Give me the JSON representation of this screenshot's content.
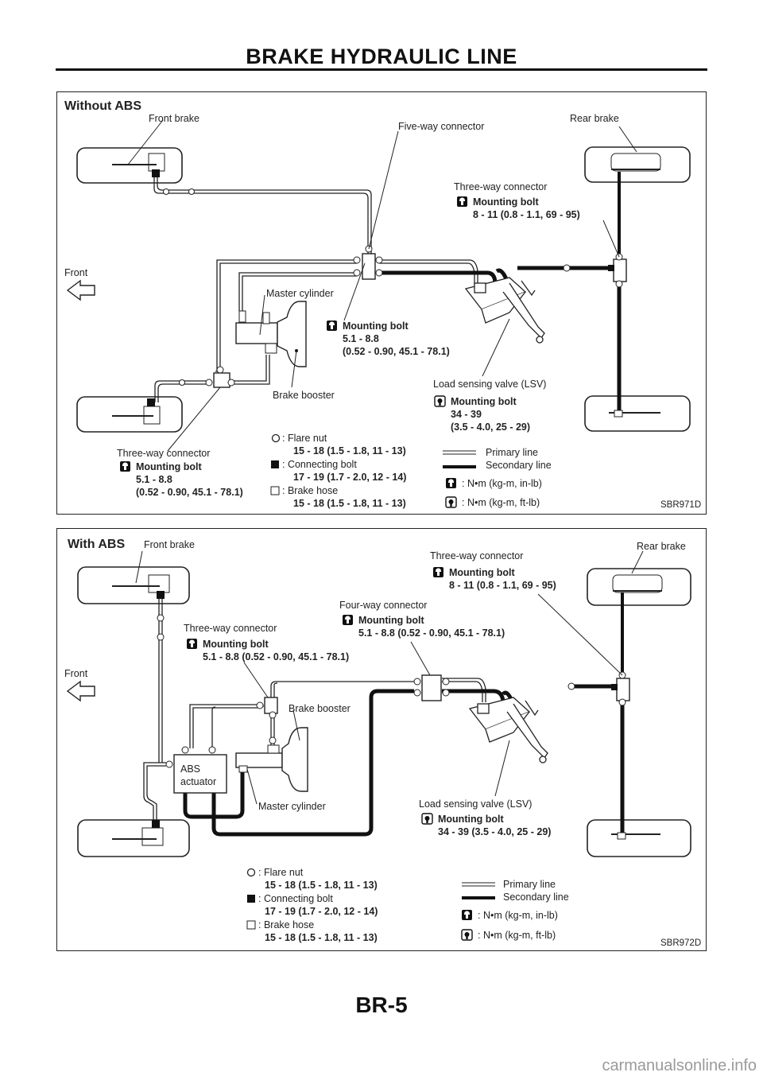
{
  "page": {
    "title": "BRAKE HYDRAULIC LINE",
    "footer": "BR-5",
    "watermark": "carmanualsonline.info"
  },
  "without_abs": {
    "heading": "Without ABS",
    "front_brake": "Front brake",
    "rear_brake": "Rear brake",
    "five_way": "Five-way connector",
    "front": "Front",
    "rear_three_way": {
      "title": "Three-way connector",
      "bolt": "Mounting bolt",
      "torque": "8 - 11 (0.8 - 1.1, 69 - 95)"
    },
    "master_cylinder": "Master cylinder",
    "center_bolt": {
      "bolt": "Mounting bolt",
      "line1": "5.1 - 8.8",
      "line2": "(0.52 - 0.90, 45.1 - 78.1)"
    },
    "lsv": {
      "title": "Load sensing valve (LSV)",
      "bolt": "Mounting bolt",
      "line1": "34 - 39",
      "line2": "(3.5 - 4.0, 25 - 29)"
    },
    "brake_booster": "Brake booster",
    "front_three_way": {
      "title": "Three-way connector",
      "bolt": "Mounting bolt",
      "line1": "5.1 - 8.8",
      "line2": "(0.52 - 0.90, 45.1 - 78.1)"
    },
    "code": "SBR971D"
  },
  "with_abs": {
    "heading": "With ABS",
    "front_brake": "Front brake",
    "rear_brake": "Rear brake",
    "rear_three_way": {
      "title": "Three-way connector",
      "bolt": "Mounting bolt",
      "torque": "8 - 11 (0.8 - 1.1, 69 - 95)"
    },
    "four_way": {
      "title": "Four-way connector",
      "bolt": "Mounting bolt",
      "torque": "5.1 - 8.8 (0.52 - 0.90, 45.1 - 78.1)"
    },
    "front_three_way": {
      "title": "Three-way connector",
      "bolt": "Mounting bolt",
      "torque": "5.1 - 8.8 (0.52 - 0.90, 45.1 - 78.1)"
    },
    "front": "Front",
    "brake_booster": "Brake booster",
    "abs_actuator_1": "ABS",
    "abs_actuator_2": "actuator",
    "master_cylinder": "Master cylinder",
    "lsv": {
      "title": "Load sensing valve (LSV)",
      "bolt": "Mounting bolt",
      "torque": "34 - 39 (3.5 - 4.0, 25 - 29)"
    },
    "code": "SBR972D"
  },
  "legend": {
    "flare_nut": ": Flare nut",
    "flare_nut_torque": "15 - 18 (1.5 - 1.8, 11 - 13)",
    "connecting_bolt": ": Connecting bolt",
    "connecting_bolt_torque": "17 - 19 (1.7 - 2.0, 12 - 14)",
    "brake_hose": ": Brake hose",
    "brake_hose_torque": "15 - 18 (1.5 - 1.8, 11 - 13)",
    "primary_line": "Primary line",
    "secondary_line": "Secondary line",
    "unit_in_lb": ": N•m (kg-m, in-lb)",
    "unit_ft_lb": ": N•m (kg-m, ft-lb)"
  },
  "icons": [
    "torque-in-lb-icon",
    "torque-ft-lb-icon",
    "flare-nut-icon",
    "connecting-bolt-icon",
    "brake-hose-icon",
    "front-arrow-icon"
  ]
}
